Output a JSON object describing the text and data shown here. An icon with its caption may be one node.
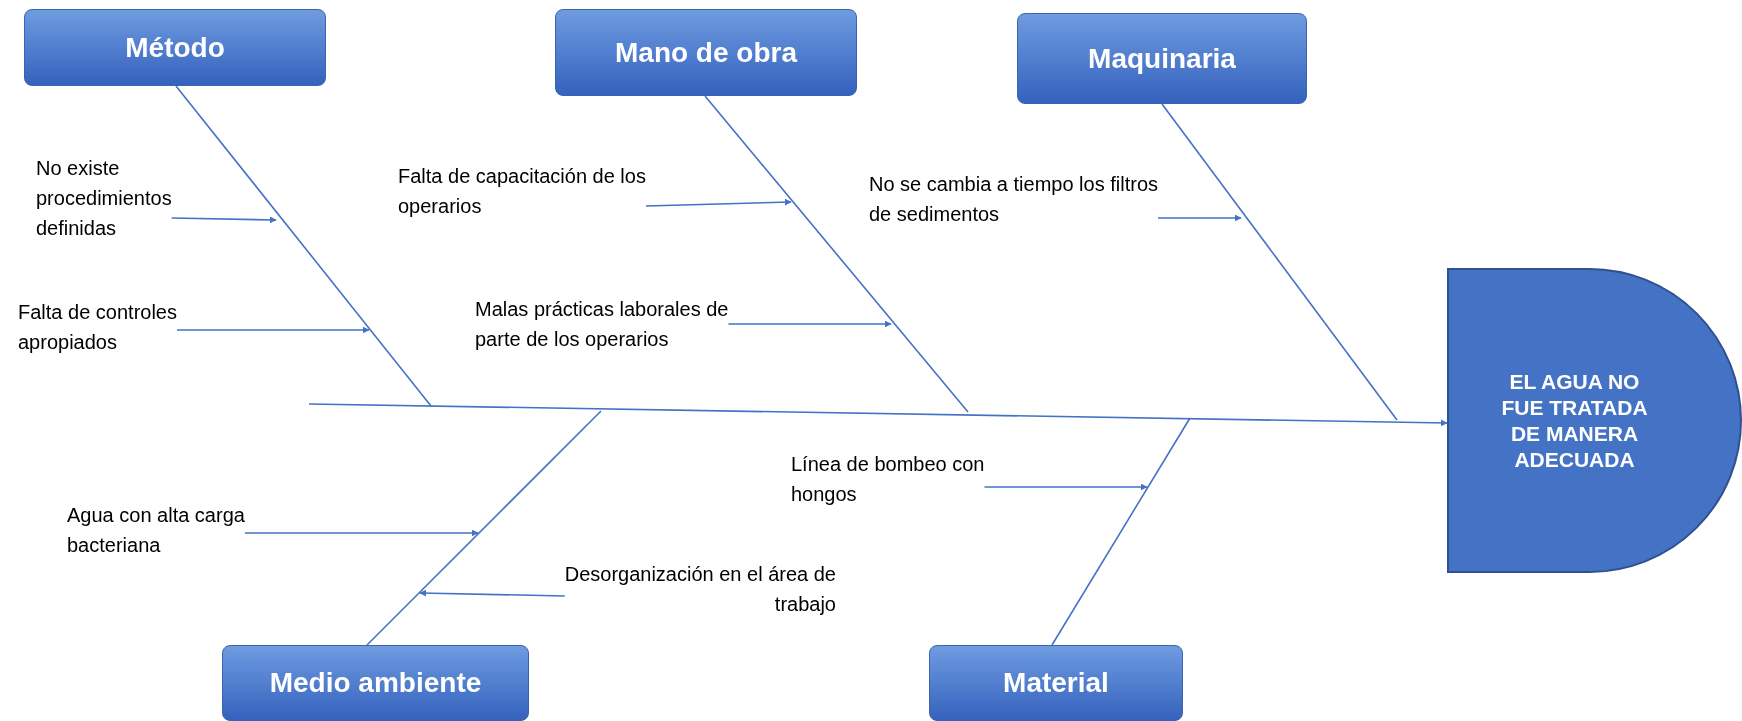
{
  "diagram": {
    "nodes": [
      {
        "text": [
          "Método"
        ]
      },
      {
        "text": [
          "Mano de obra"
        ]
      },
      {
        "text": [
          "Maquinaria"
        ]
      },
      {
        "text": [
          "EL AGUA NO FUE TRATADA DE MANERA ADECUADA"
        ]
      },
      {
        "text": [
          "Medio ambiente"
        ]
      },
      {
        "text": [
          "Material"
        ]
      },
      {
        "text": [
          "No existe procedimientos definidas"
        ]
      },
      {
        "text": [
          "Falta de controles apropiados"
        ]
      },
      {
        "text": [
          "Falta de capacitación de los operarios"
        ]
      },
      {
        "text": [
          "Malas prácticas laborales de parte de los operarios"
        ]
      },
      {
        "text": [
          "No se cambia a tiempo los filtros de sedimentos"
        ]
      },
      {
        "text": [
          "Línea de bombeo con hongos"
        ]
      },
      {
        "text": [
          "Agua con alta carga bacteriana"
        ]
      },
      {
        "text": [
          "Desorganización en el área de trabajo"
        ]
      }
    ],
    "edges": [
      {
        "from": 0,
        "to": null,
        "arrow": "none"
      },
      {
        "from": 1,
        "to": null,
        "arrow": "none"
      },
      {
        "from": 2,
        "to": null,
        "arrow": "none"
      },
      {
        "from": 4,
        "to": null,
        "arrow": "none"
      },
      {
        "from": 5,
        "to": null,
        "arrow": "none"
      },
      {
        "from": null,
        "to": 3,
        "arrow": "to"
      },
      {
        "from": 6,
        "to": null,
        "arrow": "to"
      },
      {
        "from": 7,
        "to": null,
        "arrow": "to"
      },
      {
        "from": 8,
        "to": null,
        "arrow": "to"
      },
      {
        "from": 9,
        "to": null,
        "arrow": "to"
      },
      {
        "from": 10,
        "to": null,
        "arrow": "to"
      },
      {
        "from": 11,
        "to": null,
        "arrow": "to"
      },
      {
        "from": 12,
        "to": null,
        "arrow": "to"
      },
      {
        "from": 13,
        "to": null,
        "arrow": "to"
      }
    ]
  }
}
